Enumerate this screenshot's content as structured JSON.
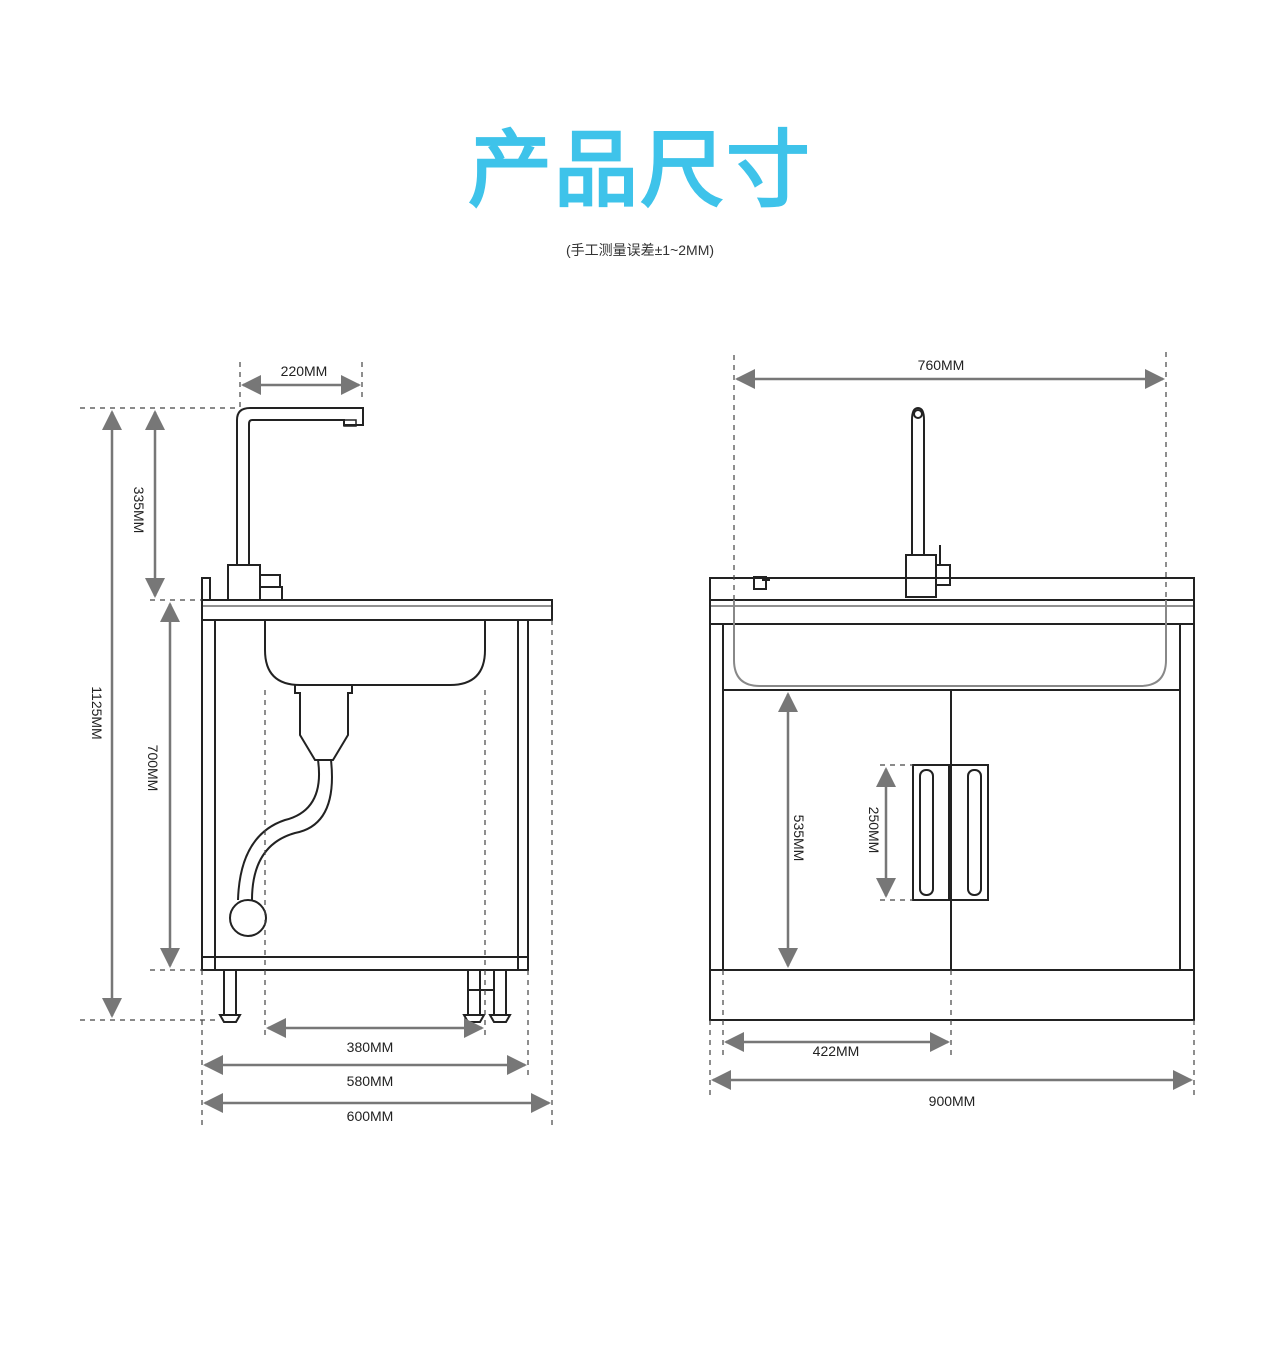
{
  "header": {
    "title": "产品尺寸",
    "subtitle": "(手工测量误差±1~2MM)"
  },
  "side_view": {
    "faucet_reach": "220MM",
    "faucet_height": "335MM",
    "total_height": "1125MM",
    "cabinet_height": "700MM",
    "leg_span": "380MM",
    "cabinet_depth": "580MM",
    "overall_depth": "600MM"
  },
  "front_view": {
    "sink_width": "760MM",
    "door_height": "535MM",
    "handle_height": "250MM",
    "half_width": "422MM",
    "overall_width": "900MM"
  },
  "colors": {
    "title": "#3ec3ea",
    "line": "#222222",
    "dimension": "#777777"
  }
}
